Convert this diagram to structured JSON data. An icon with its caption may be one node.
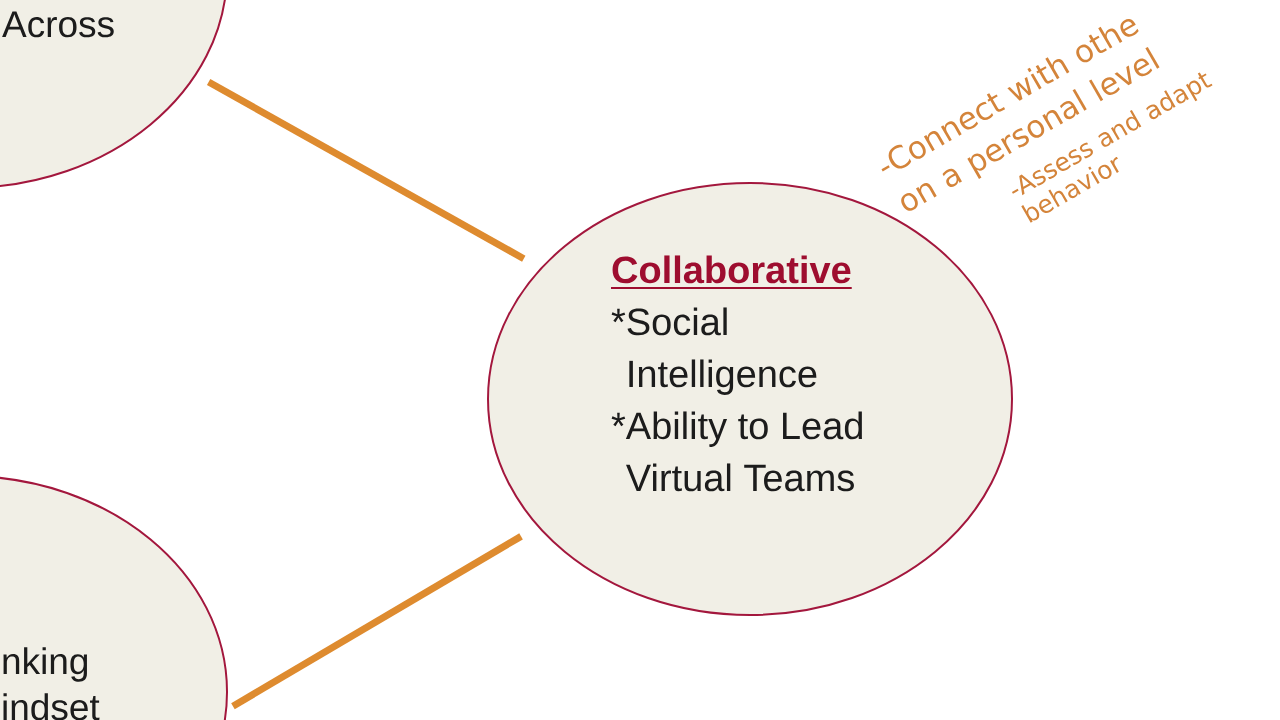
{
  "diagram": {
    "nodes": [
      {
        "text": [
          "Across"
        ]
      },
      {
        "text": [
          "Collaborative",
          "*Social Intelligence",
          "*Ability to Lead Virtual Teams"
        ],
        "beside": [
          "-Connect with othe on a personal level",
          "-Assess and adapt behavior"
        ]
      },
      {
        "text": [
          "nking indset"
        ]
      }
    ],
    "edges": [
      {
        "from": 0,
        "to": 1,
        "arrow": "none"
      },
      {
        "from": 1,
        "to": 2,
        "arrow": "none"
      }
    ]
  }
}
